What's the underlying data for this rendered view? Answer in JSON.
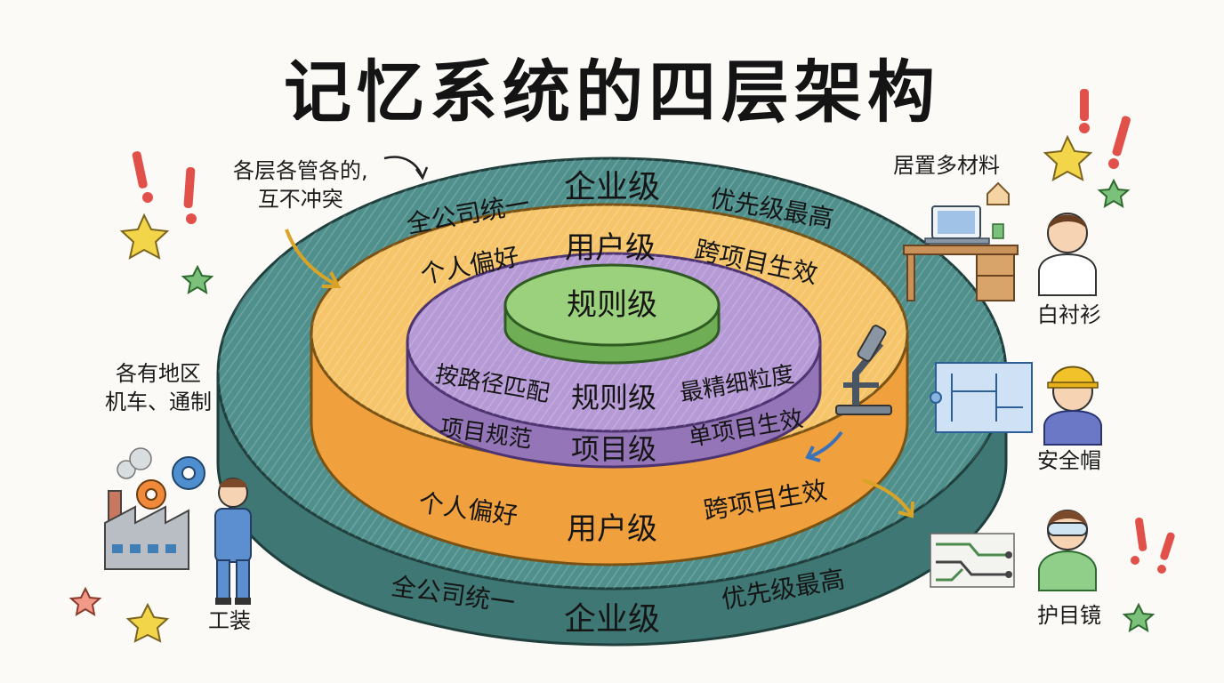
{
  "title": "记忆系统的四层架构",
  "layers": {
    "enterprise": {
      "name": "企业级",
      "left": "全公司统一",
      "right": "优先级最高",
      "color": "#4f8f8c"
    },
    "user": {
      "name": "用户级",
      "left": "个人偏好",
      "right": "跨项目生效",
      "color": "#f2b354"
    },
    "project": {
      "name": "项目级",
      "left": "项目规范",
      "right": "单项目生效",
      "color": "#a98bc9"
    },
    "rule": {
      "name": "规则级",
      "left": "按路径匹配",
      "right": "最精细粒度",
      "color": "#8cc46d"
    }
  },
  "annotations": {
    "top_left_1": "各层各管各的,",
    "top_left_2": "互不冲突",
    "left_1": "各有地区",
    "left_2": "机车、通制",
    "worker": "工装",
    "desk": "居置多材料",
    "shirt": "白衬衫",
    "helmet": "安全帽",
    "goggles": "护目镜"
  }
}
